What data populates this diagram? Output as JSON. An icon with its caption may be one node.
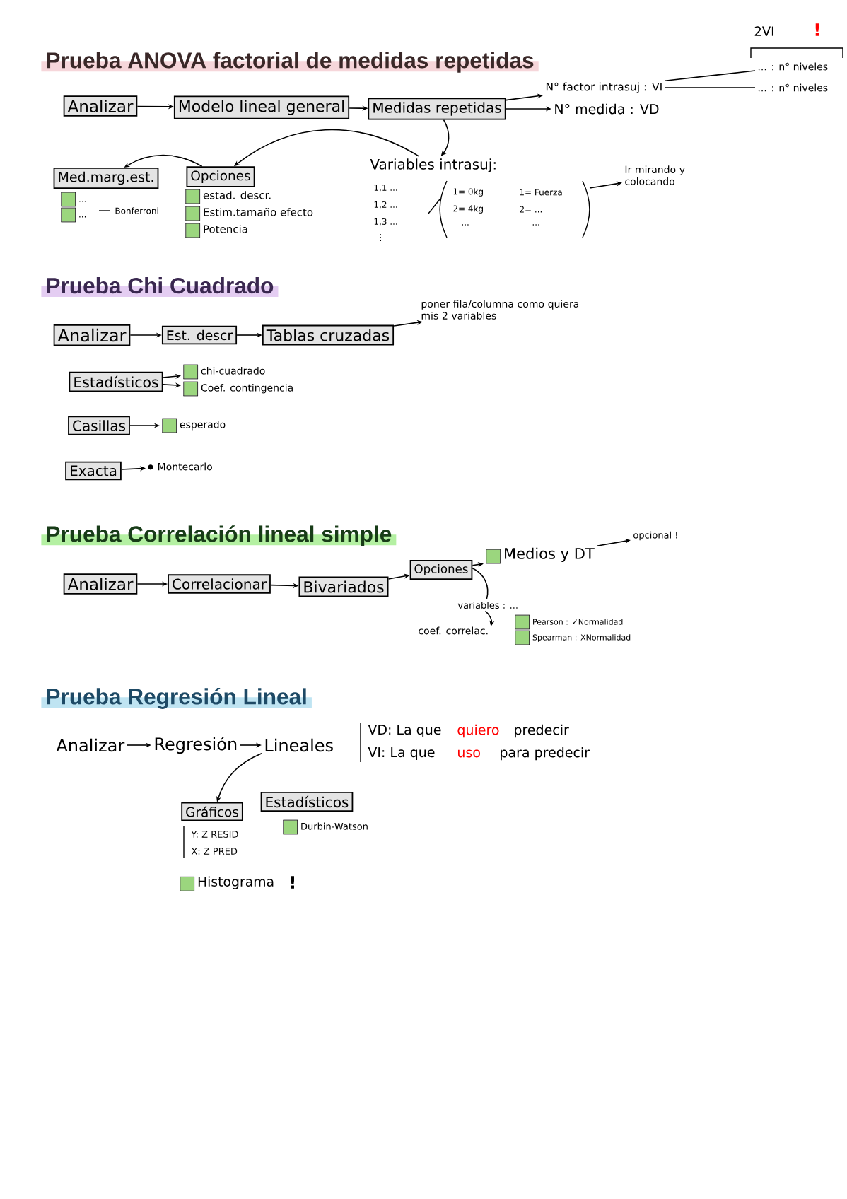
{
  "diagram": {
    "nodes": [
      {
        "text": [
          "Analizar"
        ]
      },
      {
        "text": [
          "Modelo lineal general"
        ]
      },
      {
        "text": [
          "Medidas repetidas"
        ]
      },
      {
        "text": [
          "N° factor intrasuj : VI"
        ]
      },
      {
        "text": [
          "N° medida : VD"
        ]
      },
      {
        "text": [
          "... : n° niveles"
        ]
      },
      {
        "text": [
          "... : n° niveles"
        ]
      },
      {
        "text": [
          "Variables intrasuj:"
        ]
      },
      {
        "text": [
          "Ir mirando y colocando"
        ]
      },
      {
        "text": [
          "Opciones"
        ]
      },
      {
        "text": [
          "Med.marg.est."
        ]
      },
      {
        "text": [
          "Analizar"
        ]
      },
      {
        "text": [
          "Est. descr"
        ]
      },
      {
        "text": [
          "Tablas cruzadas"
        ]
      },
      {
        "text": [
          "poner fila/columna como quiera mis 2 variables"
        ]
      },
      {
        "text": [
          "Estadísticos"
        ]
      },
      {
        "text": [
          "chi-cuadrado"
        ]
      },
      {
        "text": [
          "Coef. contingencia"
        ]
      },
      {
        "text": [
          "Casillas"
        ]
      },
      {
        "text": [
          "esperado"
        ]
      },
      {
        "text": [
          "Exacta"
        ]
      },
      {
        "text": [
          "Montecarlo"
        ]
      },
      {
        "text": [
          "Analizar"
        ]
      },
      {
        "text": [
          "Correlacionar"
        ]
      },
      {
        "text": [
          "Bivariados"
        ]
      },
      {
        "text": [
          "Opciones"
        ]
      },
      {
        "text": [
          "Medios y DT"
        ]
      },
      {
        "text": [
          "opcional !"
        ]
      },
      {
        "text": [
          "variables : ..."
        ]
      },
      {
        "text": [
          "coef. correlac."
        ]
      },
      {
        "text": [
          "Analizar"
        ]
      },
      {
        "text": [
          "Regresión"
        ]
      },
      {
        "text": [
          "Lineales"
        ]
      },
      {
        "text": [
          "Gráficos"
        ]
      },
      {
        "text": [
          "Estadísticos"
        ]
      }
    ],
    "edges": [
      {
        "from": 0,
        "to": 1,
        "arrow": "to"
      },
      {
        "from": 1,
        "to": 2,
        "arrow": "to"
      },
      {
        "from": 2,
        "to": 3,
        "arrow": "to"
      },
      {
        "from": 2,
        "to": 4,
        "arrow": "to"
      },
      {
        "from": 3,
        "to": 5,
        "arrow": "none"
      },
      {
        "from": 3,
        "to": 6,
        "arrow": "none"
      },
      {
        "from": 2,
        "to": 7,
        "arrow": "to"
      },
      {
        "from": 7,
        "to": 9,
        "arrow": "to"
      },
      {
        "from": 9,
        "to": 10,
        "arrow": "to"
      },
      {
        "from": null,
        "to": 8,
        "arrow": "to"
      },
      {
        "from": 11,
        "to": 12,
        "arrow": "to"
      },
      {
        "from": 12,
        "to": 13,
        "arrow": "to"
      },
      {
        "from": 13,
        "to": 14,
        "arrow": "to"
      },
      {
        "from": 15,
        "to": 16,
        "arrow": "to"
      },
      {
        "from": 15,
        "to": 17,
        "arrow": "to"
      },
      {
        "from": 18,
        "to": 19,
        "arrow": "to"
      },
      {
        "from": 20,
        "to": 21,
        "arrow": "to"
      },
      {
        "from": 22,
        "to": 23,
        "arrow": "to"
      },
      {
        "from": 23,
        "to": 24,
        "arrow": "to"
      },
      {
        "from": 24,
        "to": 25,
        "arrow": "to"
      },
      {
        "from": 25,
        "to": 26,
        "arrow": "to"
      },
      {
        "from": 26,
        "to": 27,
        "arrow": "to"
      },
      {
        "from": 25,
        "to": 28,
        "arrow": "none"
      },
      {
        "from": 28,
        "to": 29,
        "arrow": "to"
      },
      {
        "from": 30,
        "to": 31,
        "arrow": "to"
      },
      {
        "from": 31,
        "to": 32,
        "arrow": "to"
      },
      {
        "from": 32,
        "to": 33,
        "arrow": "to"
      }
    ],
    "labels": [
      "2VI",
      "!",
      "Prueba ANOVA factorial de medidas repetidas",
      "1,1 ...",
      "1,2 ...",
      "1,3 ...",
      "⋮",
      "1= 0kg",
      "2= 4kg",
      "...",
      "1= Fuerza",
      "2= ...",
      "...",
      "estad. descr.",
      "Estim.tamaño efecto",
      "Potencia",
      "...",
      "...",
      "Bonferroni",
      "Prueba Chi Cuadrado",
      "Prueba Correlación lineal simple",
      "Pearson : ✓Normalidad",
      "Spearman : XNormalidad",
      "Prueba Regresión Lineal",
      "VD: La que",
      "quiero",
      "predecir",
      "VI: La que",
      "uso",
      "para predecir",
      "Y: Z RESID",
      "X: Z PRED",
      "Histograma",
      "!",
      "Durbin-Watson"
    ]
  }
}
